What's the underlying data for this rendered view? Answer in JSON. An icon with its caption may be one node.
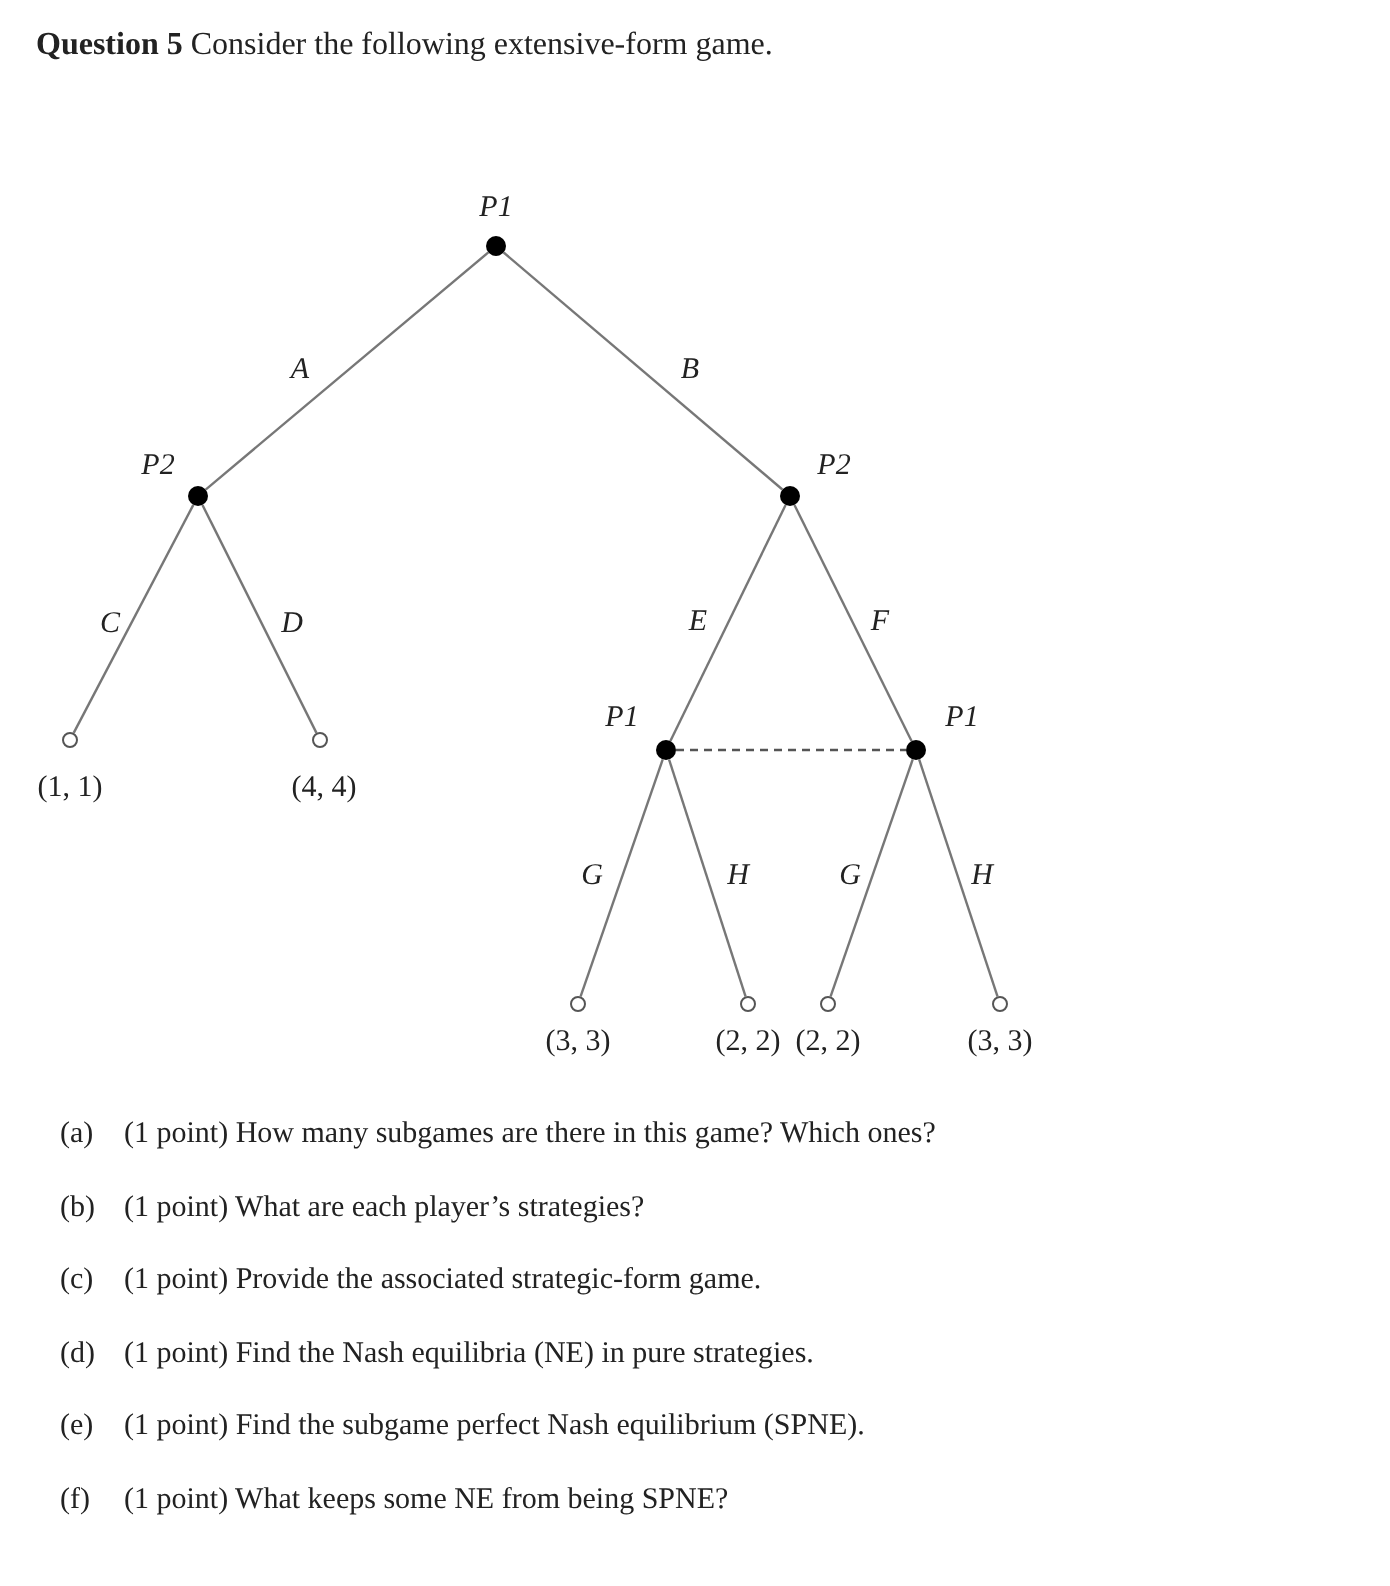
{
  "diagram": {
    "title": "**Question 5** Consider the following extensive-form game.",
    "nodes": [
      {
        "text": [],
        "shape": "circle",
        "beside": [
          "P1"
        ]
      },
      {
        "text": [],
        "shape": "circle",
        "beside": [
          "P2"
        ]
      },
      {
        "text": [],
        "shape": "circle",
        "beside": [
          "P2"
        ]
      },
      {
        "text": [],
        "shape": "circle",
        "beside": [
          "(1, 1)"
        ]
      },
      {
        "text": [],
        "shape": "circle",
        "beside": [
          "(4, 4)"
        ]
      },
      {
        "text": [],
        "shape": "circle",
        "beside": [
          "P1"
        ]
      },
      {
        "text": [],
        "shape": "circle",
        "beside": [
          "P1"
        ]
      },
      {
        "text": [],
        "shape": "circle",
        "beside": [
          "(3, 3)"
        ]
      },
      {
        "text": [],
        "shape": "circle",
        "beside": [
          "(2, 2)"
        ]
      },
      {
        "text": [],
        "shape": "circle",
        "beside": [
          "(2, 2)"
        ]
      },
      {
        "text": [],
        "shape": "circle",
        "beside": [
          "(3, 3)"
        ]
      }
    ],
    "edges": [
      {
        "from": 0,
        "to": 1,
        "arrow": "none",
        "label": "A"
      },
      {
        "from": 0,
        "to": 2,
        "arrow": "none",
        "label": "B"
      },
      {
        "from": 1,
        "to": 3,
        "arrow": "none",
        "label": "C"
      },
      {
        "from": 1,
        "to": 4,
        "arrow": "none",
        "label": "D"
      },
      {
        "from": 2,
        "to": 5,
        "arrow": "none",
        "label": "E"
      },
      {
        "from": 2,
        "to": 6,
        "arrow": "none",
        "label": "F"
      },
      {
        "from": 5,
        "to": 6,
        "arrow": "none",
        "style": "dashed"
      },
      {
        "from": 5,
        "to": 7,
        "arrow": "none",
        "label": "G"
      },
      {
        "from": 5,
        "to": 8,
        "arrow": "none",
        "label": "H"
      },
      {
        "from": 6,
        "to": 9,
        "arrow": "none",
        "label": "G"
      },
      {
        "from": 6,
        "to": 10,
        "arrow": "none",
        "label": "H"
      }
    ],
    "labels": [
      "(a)",
      "(1 point) How many subgames are there in this game? Which ones?",
      "(b)",
      "(1 point) What are each player’s strategies?",
      "(c)",
      "(1 point) Provide the associated strategic-form game.",
      "(d)",
      "(1 point) Find the Nash equilibria (NE) in pure strategies.",
      "(e)",
      "(1 point) Find the subgame perfect Nash equilibrium (SPNE).",
      "(f)",
      "(1 point) What keeps some NE from being SPNE?"
    ]
  }
}
